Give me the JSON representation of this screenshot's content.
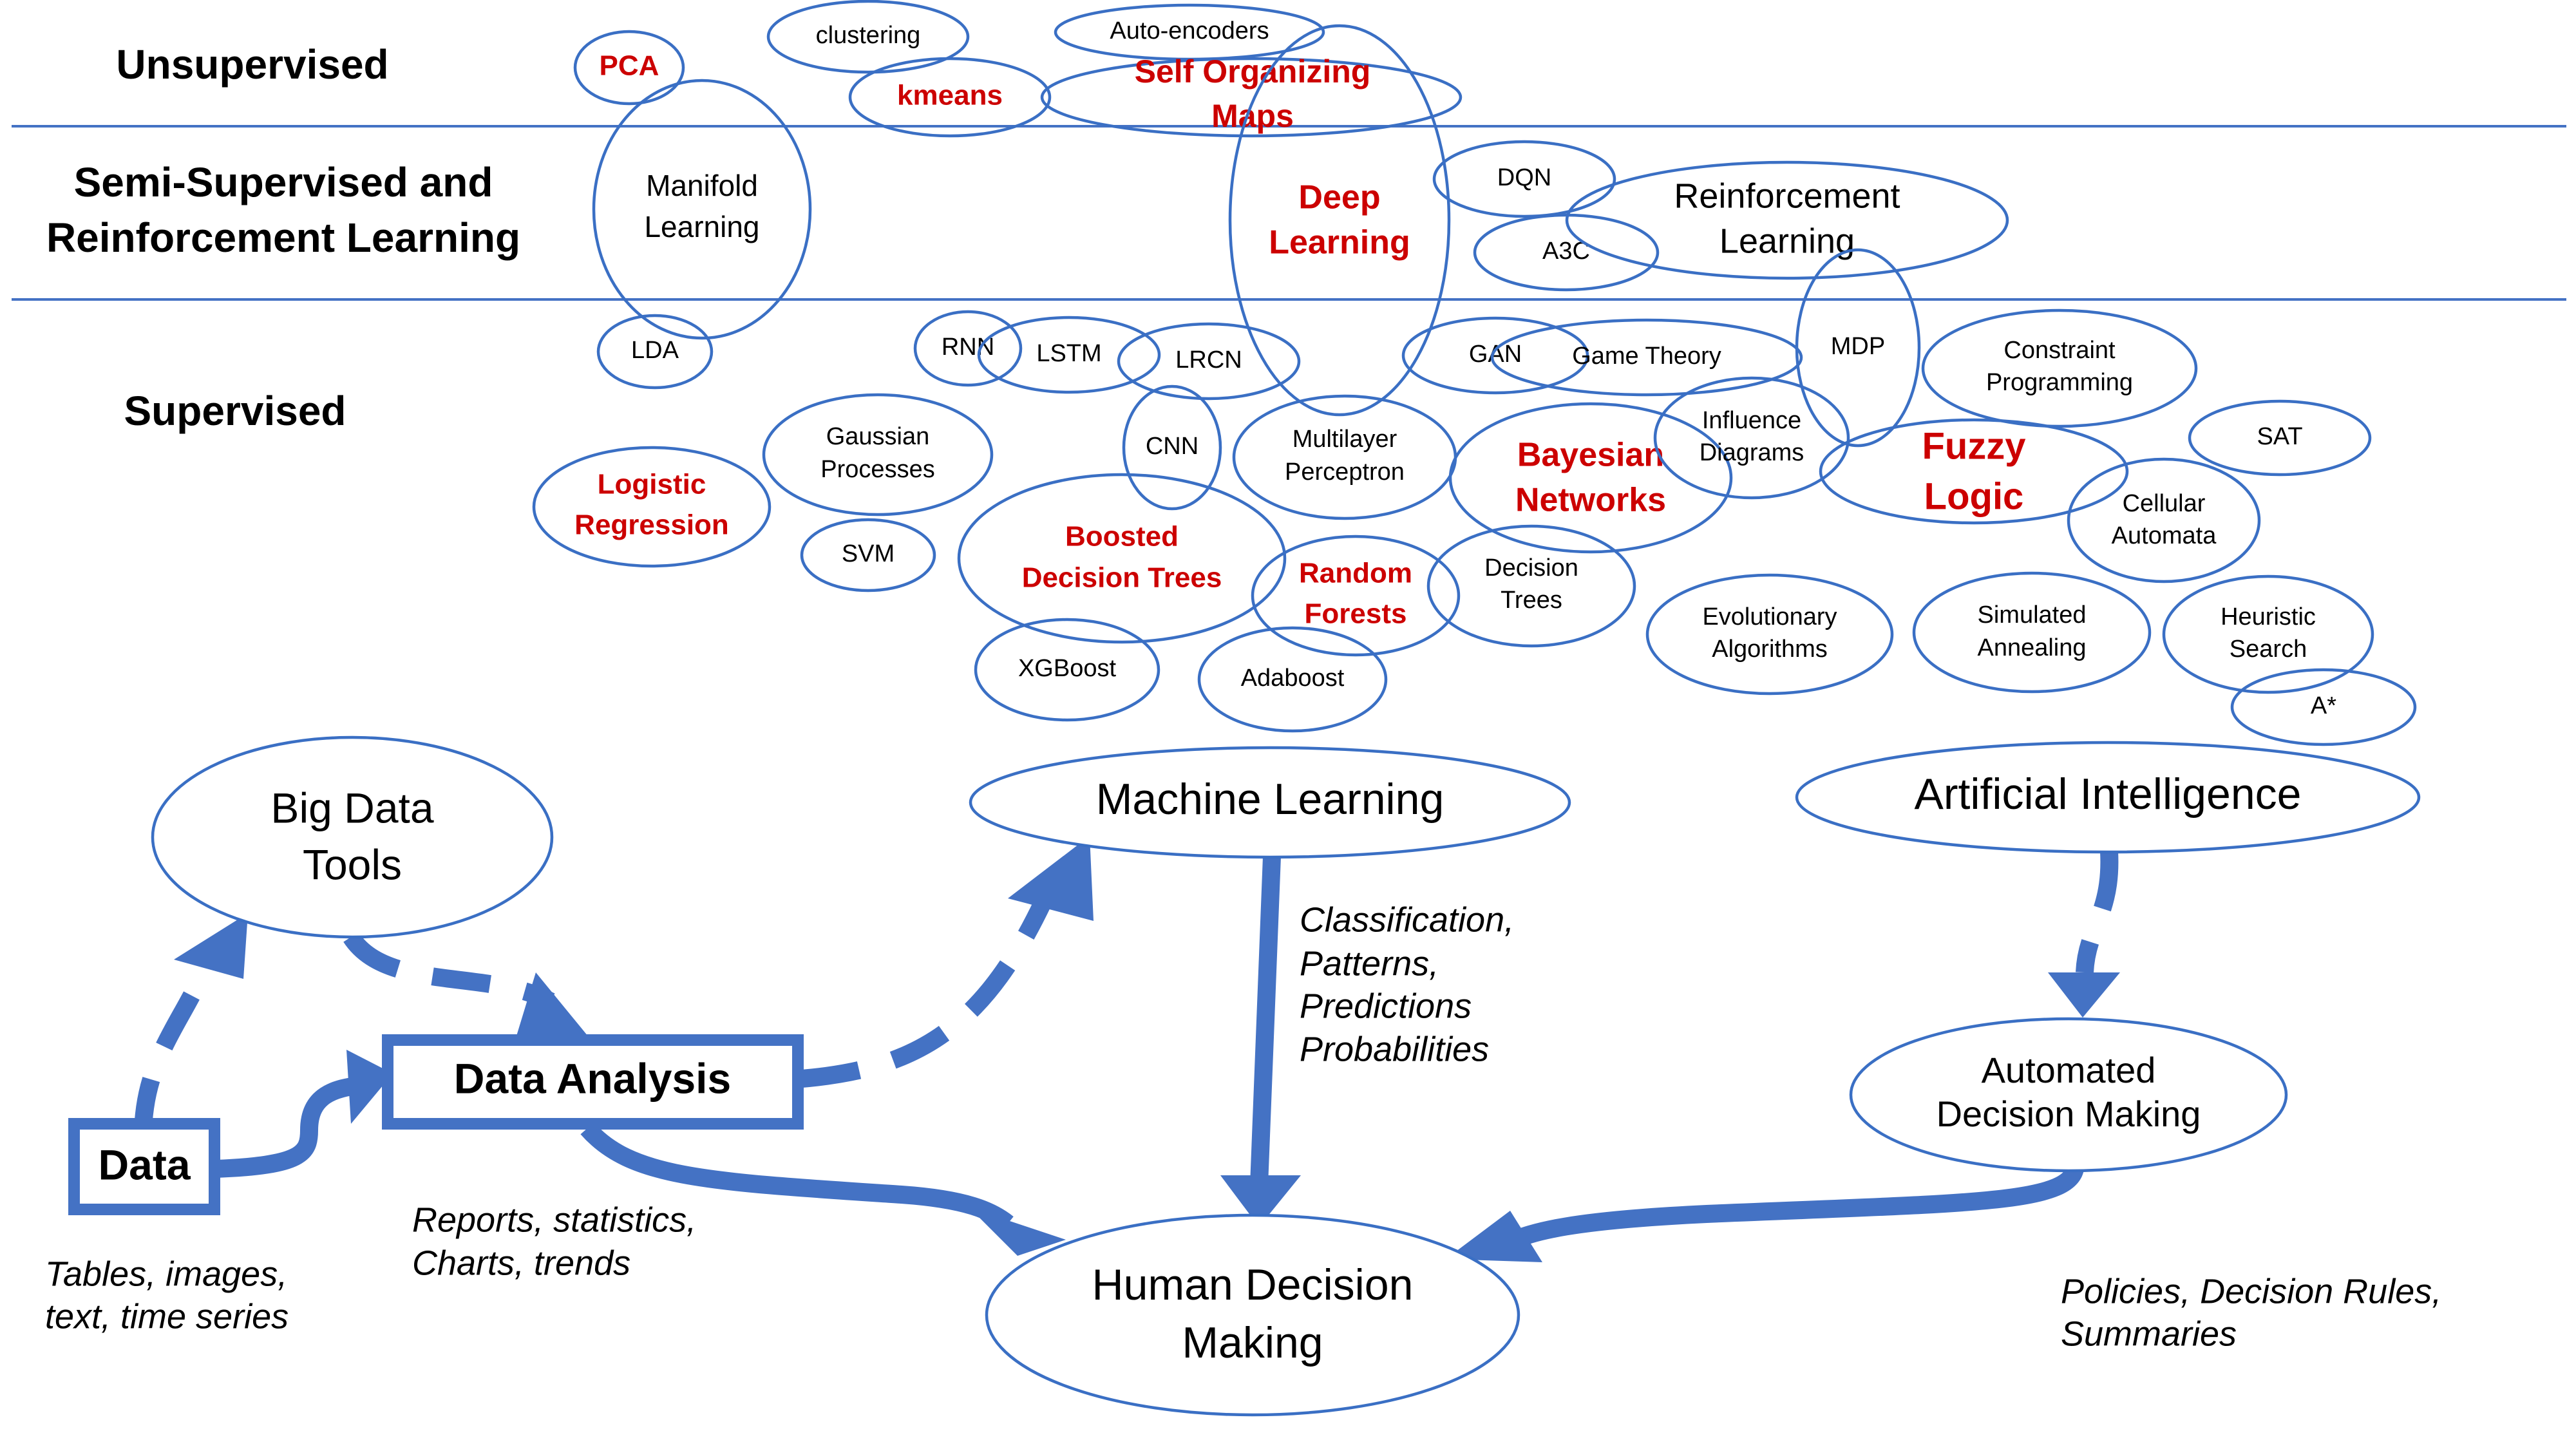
{
  "colors": {
    "line": "#4472c4",
    "ellipse_stroke": "#3a6fc4",
    "highlight": "#cc0000",
    "text": "#000000"
  },
  "sections": {
    "unsupervised": "Unsupervised",
    "semi_line1": "Semi-Supervised and",
    "semi_line2": "Reinforcement Learning",
    "supervised": "Supervised"
  },
  "techniques": {
    "pca": "PCA",
    "clustering": "clustering",
    "kmeans": "kmeans",
    "autoencoders": "Auto-encoders",
    "som": [
      "Self Organizing",
      "Maps"
    ],
    "manifold": [
      "Manifold",
      "Learning"
    ],
    "deep_learning": [
      "Deep",
      "Learning"
    ],
    "dqn": "DQN",
    "a3c": "A3C",
    "reinforcement": [
      "Reinforcement",
      "Learning"
    ],
    "lda": "LDA",
    "rnn": "RNN",
    "lstm": "LSTM",
    "lrcn": "LRCN",
    "gan": "GAN",
    "game_theory": "Game Theory",
    "mdp": "MDP",
    "constraint": [
      "Constraint",
      "Programming"
    ],
    "gaussian": [
      "Gaussian",
      "Processes"
    ],
    "cnn": "CNN",
    "mlp": [
      "Multilayer",
      "Perceptron"
    ],
    "bayesian": [
      "Bayesian",
      "Networks"
    ],
    "influence": [
      "Influence",
      "Diagrams"
    ],
    "fuzzy": [
      "Fuzzy",
      "Logic"
    ],
    "sat": "SAT",
    "logistic": [
      "Logistic",
      "Regression"
    ],
    "svm": "SVM",
    "boosted": [
      "Boosted",
      "Decision Trees"
    ],
    "random_forests": [
      "Random",
      "Forests"
    ],
    "decision_trees": [
      "Decision",
      "Trees"
    ],
    "cellular": [
      "Cellular",
      "Automata"
    ],
    "evolutionary": [
      "Evolutionary",
      "Algorithms"
    ],
    "simulated": [
      "Simulated",
      "Annealing"
    ],
    "heuristic": [
      "Heuristic",
      "Search"
    ],
    "astar": "A*",
    "xgboost": "XGBoost",
    "adaboost": "Adaboost"
  },
  "flow": {
    "big_data": [
      "Big Data",
      "Tools"
    ],
    "machine_learning": "Machine Learning",
    "artificial_intelligence": "Artificial Intelligence",
    "data": "Data",
    "data_analysis": "Data Analysis",
    "automated": [
      "Automated",
      "Decision Making"
    ],
    "human": [
      "Human Decision",
      "Making"
    ]
  },
  "notes": {
    "ml_outputs": [
      "Classification,",
      "Patterns,",
      "Predictions",
      "Probabilities"
    ],
    "data_types": [
      "Tables, images,",
      "text, time series"
    ],
    "reports": [
      "Reports, statistics,",
      "Charts, trends"
    ],
    "policies": [
      "Policies, Decision Rules,",
      "Summaries"
    ]
  }
}
